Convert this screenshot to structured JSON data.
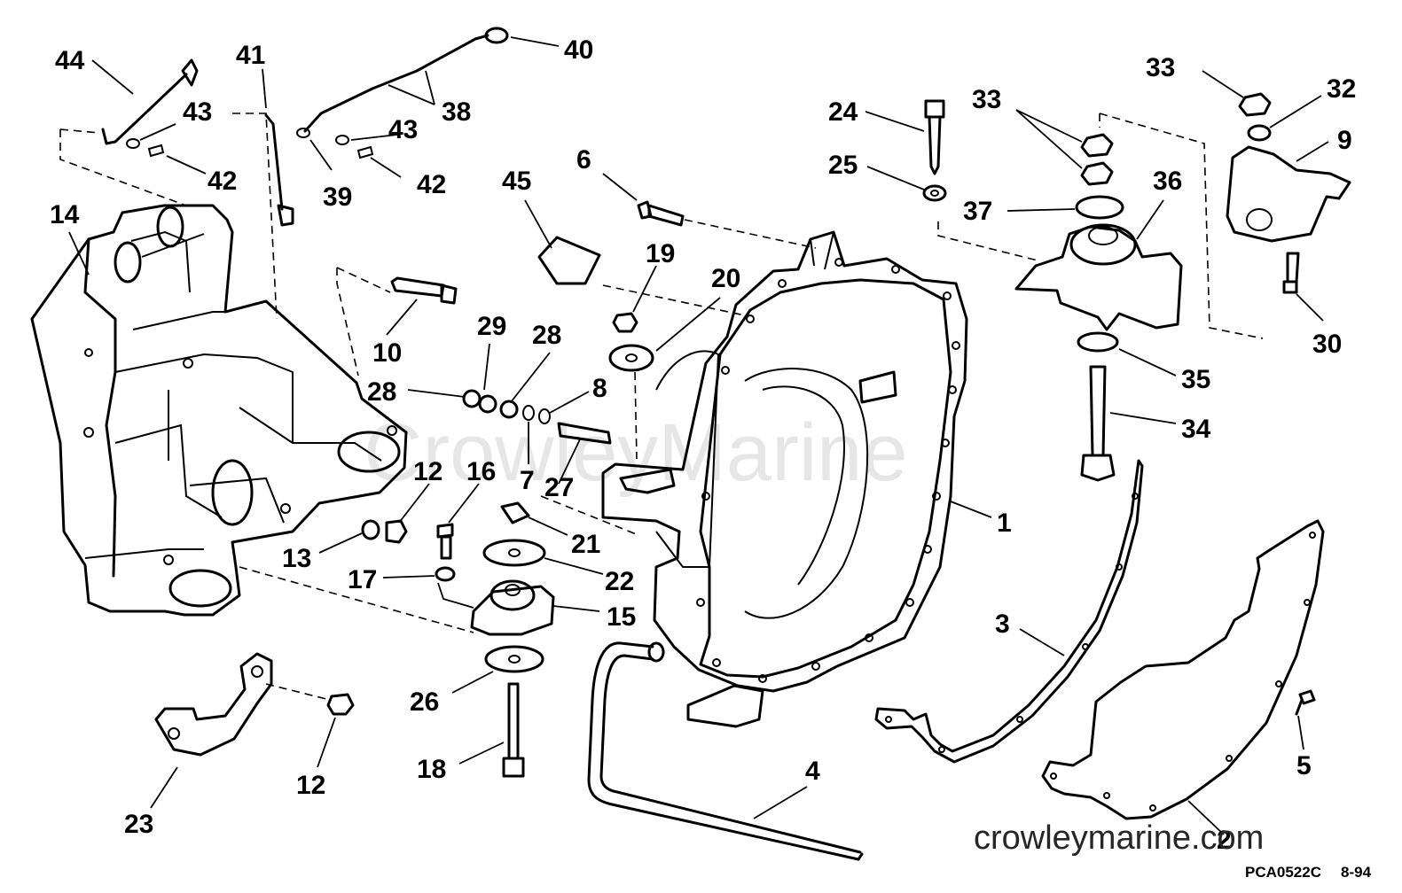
{
  "watermark": "CrowleyMarine",
  "website": "crowleymarine.com",
  "drawing_code": "PCA0522C",
  "drawing_date": "8-94",
  "callouts": [
    {
      "id": "44",
      "text": "44"
    },
    {
      "id": "41",
      "text": "41"
    },
    {
      "id": "40",
      "text": "40"
    },
    {
      "id": "38",
      "text": "38"
    },
    {
      "id": "43a",
      "text": "43"
    },
    {
      "id": "43b",
      "text": "43"
    },
    {
      "id": "42a",
      "text": "42"
    },
    {
      "id": "42b",
      "text": "42"
    },
    {
      "id": "39",
      "text": "39"
    },
    {
      "id": "14",
      "text": "14"
    },
    {
      "id": "6",
      "text": "6"
    },
    {
      "id": "45",
      "text": "45"
    },
    {
      "id": "19",
      "text": "19"
    },
    {
      "id": "20",
      "text": "20"
    },
    {
      "id": "10",
      "text": "10"
    },
    {
      "id": "29",
      "text": "29"
    },
    {
      "id": "28a",
      "text": "28"
    },
    {
      "id": "28b",
      "text": "28"
    },
    {
      "id": "8",
      "text": "8"
    },
    {
      "id": "7",
      "text": "7"
    },
    {
      "id": "27",
      "text": "27"
    },
    {
      "id": "12a",
      "text": "12"
    },
    {
      "id": "16",
      "text": "16"
    },
    {
      "id": "21",
      "text": "21"
    },
    {
      "id": "13",
      "text": "13"
    },
    {
      "id": "17",
      "text": "17"
    },
    {
      "id": "22",
      "text": "22"
    },
    {
      "id": "15",
      "text": "15"
    },
    {
      "id": "26",
      "text": "26"
    },
    {
      "id": "18",
      "text": "18"
    },
    {
      "id": "23",
      "text": "23"
    },
    {
      "id": "12b",
      "text": "12"
    },
    {
      "id": "24",
      "text": "24"
    },
    {
      "id": "25",
      "text": "25"
    },
    {
      "id": "33a",
      "text": "33"
    },
    {
      "id": "33b",
      "text": "33"
    },
    {
      "id": "32",
      "text": "32"
    },
    {
      "id": "9",
      "text": "9"
    },
    {
      "id": "36",
      "text": "36"
    },
    {
      "id": "37",
      "text": "37"
    },
    {
      "id": "30",
      "text": "30"
    },
    {
      "id": "35",
      "text": "35"
    },
    {
      "id": "34",
      "text": "34"
    },
    {
      "id": "1",
      "text": "1"
    },
    {
      "id": "3",
      "text": "3"
    },
    {
      "id": "4",
      "text": "4"
    },
    {
      "id": "5",
      "text": "5"
    },
    {
      "id": "2",
      "text": "2"
    }
  ]
}
